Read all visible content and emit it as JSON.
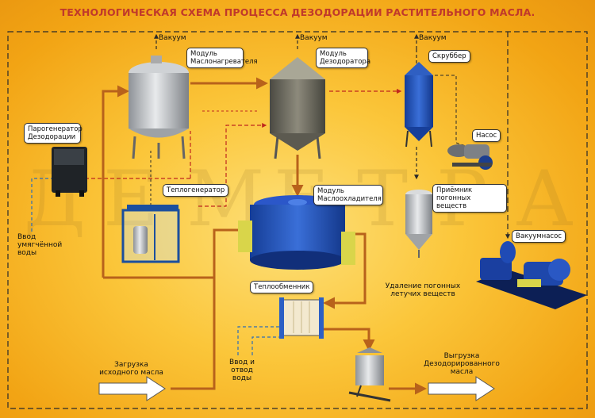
{
  "title": "ТЕХНОЛОГИЧЕСКАЯ СХЕМА ПРОЦЕССА ДЕЗОДОРАЦИИ РАСТИТЕЛЬНОГО МАСЛА.",
  "watermark": [
    "Д",
    "Е",
    "М",
    "Е",
    "Т",
    "Р",
    "А"
  ],
  "vacuum_label": "Вакуум",
  "callouts": {
    "steam_gen": "Парогенератор Дезодорации",
    "heater": "Модуль Маслонагревателя",
    "deodorator": "Модуль Дезодоратора",
    "scrubber": "Скруббер",
    "pump": "Насос",
    "heat_gen": "Теплогенератор",
    "cooler": "Модуль Маслоохладителя",
    "receiver": "Приёмник погонных веществ",
    "vac_pump": "Вакуумнасос",
    "exchanger": "Теплообменник"
  },
  "labels": {
    "water_in": "Ввод умягчённой воды",
    "removal": "Удаление погонных летучих веществ",
    "water_io": "Ввод и отвод воды",
    "load": "Загрузка исходного масла",
    "unload": "Выгрузка Дезодорированного масла"
  },
  "colors": {
    "flow": "#b8621b",
    "dash_dark": "#2a2a2a",
    "dash_red": "#c0281e",
    "dash_blue": "#2f6db5",
    "title": "#c0392b"
  }
}
